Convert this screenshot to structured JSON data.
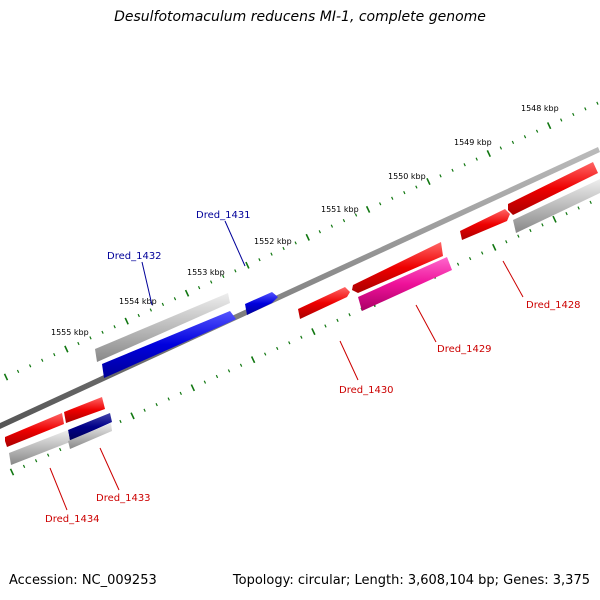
{
  "title": "Desulfotomaculum reducens MI-1, complete genome",
  "footer": {
    "accession": "Accession: NC_009253",
    "topology": "Topology: circular; Length: 3,608,104 bp; Genes: 3,375"
  },
  "ruler": {
    "labels": [
      "1548 kbp",
      "1549 kbp",
      "1550 kbp",
      "1551 kbp",
      "1552 kbp",
      "1553 kbp",
      "1554 kbp",
      "1555 kbp"
    ],
    "tick_color": "#117711"
  },
  "colors": {
    "backbone": "#888888",
    "forward_cds": "#ee0000",
    "reverse_cds": "#0000dd",
    "dark_cds": "#000088",
    "pink_cds": "#ee1199",
    "rna_gray": "#b8b8b8",
    "label_forward": "#cc0000",
    "label_reverse": "#000099"
  },
  "genes": [
    {
      "name": "Dred_1428",
      "strand": "forward"
    },
    {
      "name": "Dred_1429",
      "strand": "forward"
    },
    {
      "name": "Dred_1430",
      "strand": "forward"
    },
    {
      "name": "Dred_1431",
      "strand": "reverse"
    },
    {
      "name": "Dred_1432",
      "strand": "reverse"
    },
    {
      "name": "Dred_1433",
      "strand": "forward"
    },
    {
      "name": "Dred_1434",
      "strand": "forward"
    }
  ]
}
